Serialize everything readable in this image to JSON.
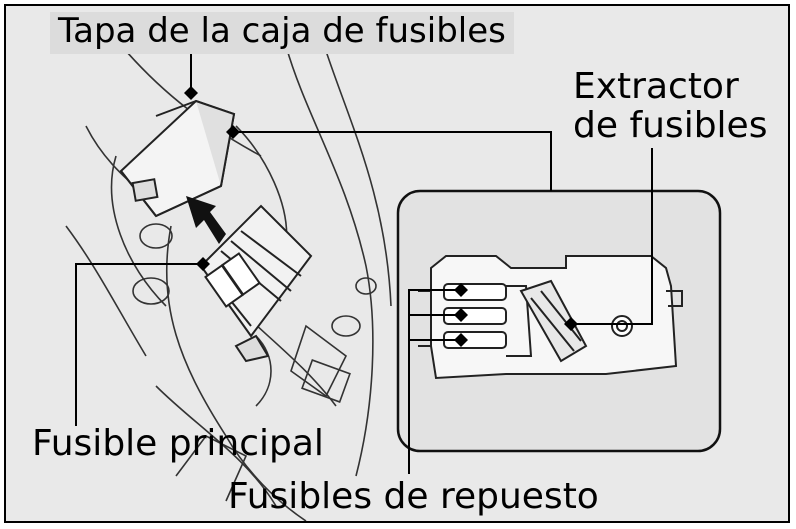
{
  "labels": {
    "cover": "Tapa de la caja de fusibles",
    "puller": "Extractor\nde fusibles",
    "main_fuse": "Fusible principal",
    "spare_fuses": "Fusibles de repuesto"
  },
  "colors": {
    "background": "#e9e9e9",
    "label_highlight": "#dcdcdc",
    "inset_fill": "#e2e2e2",
    "line": "#000000",
    "drawing_stroke": "#222222"
  },
  "icons": {
    "callout_marker": "diamond-marker-icon",
    "removal_arrow": "up-arrow-icon"
  }
}
